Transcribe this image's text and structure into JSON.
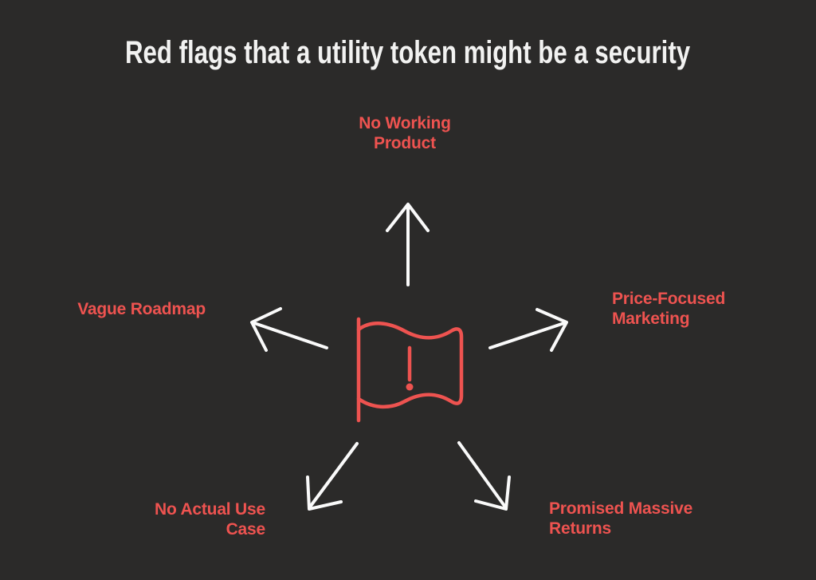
{
  "title": "Red flags that a utility token might be a security",
  "diagram": {
    "center_icon": "red-flag-warning",
    "nodes": [
      {
        "position": "top",
        "line1": "No Working",
        "line2": "Product"
      },
      {
        "position": "left",
        "line1": "Vague Roadmap",
        "line2": ""
      },
      {
        "position": "right",
        "line1": "Price-Focused",
        "line2": "Marketing"
      },
      {
        "position": "bottom-left",
        "line1": "No Actual Use",
        "line2": "Case"
      },
      {
        "position": "bottom-right",
        "line1": "Promised Massive",
        "line2": "Returns"
      }
    ]
  },
  "colors": {
    "background": "#2b2a29",
    "title_text": "#f2f2f1",
    "label_red": "#ee5350",
    "flag_red": "#ee5350",
    "arrow_white": "#fafafa"
  }
}
